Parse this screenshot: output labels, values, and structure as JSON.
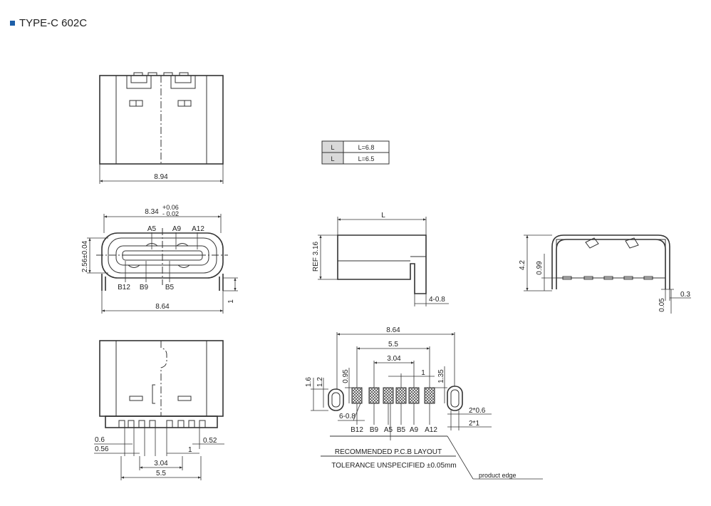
{
  "title": "TYPE-C 602C",
  "top_view": {
    "width": "8.94"
  },
  "front_view": {
    "width_nominal": "8.34",
    "tol_plus": "+0.06",
    "tol_minus": "- 0.02",
    "height": "2.56±0.04",
    "overall": "8.64",
    "leg": "1",
    "pins_top": [
      "A5",
      "A9",
      "A12"
    ],
    "pins_bottom": [
      "B12",
      "B9",
      "B5"
    ]
  },
  "bottom_view": {
    "d1": "0.6",
    "d2": "0.56",
    "d3": "1",
    "d4": "0.52",
    "d5": "3.04",
    "d6": "5.5"
  },
  "length_table": {
    "rows": [
      {
        "key": "L",
        "value": "L=6.8"
      },
      {
        "key": "L",
        "value": "L=6.5"
      }
    ]
  },
  "side_view": {
    "length": "L",
    "ref": "REF 3.16",
    "pin": "4-0.8"
  },
  "end_view": {
    "height": "4.2",
    "h2": "0.99",
    "t1": "0.3",
    "t2": "0.05"
  },
  "pcb_layout": {
    "overall": "8.64",
    "w1": "5.5",
    "w2": "3.04",
    "w3": "1",
    "h1": "1.6",
    "h2": "1.2",
    "h3": "0.95",
    "h4": "1.35",
    "hole": "6-0.8",
    "slot1": "2*0.6",
    "slot2": "2*1",
    "pins": [
      "B12",
      "B9",
      "A5",
      "B5",
      "A9",
      "A12"
    ],
    "caption": "RECOMMENDED  P.C.B LAYOUT",
    "tolerance": "TOLERANCE UNSPECIFIED ±0.05mm",
    "edge": "product edge"
  }
}
